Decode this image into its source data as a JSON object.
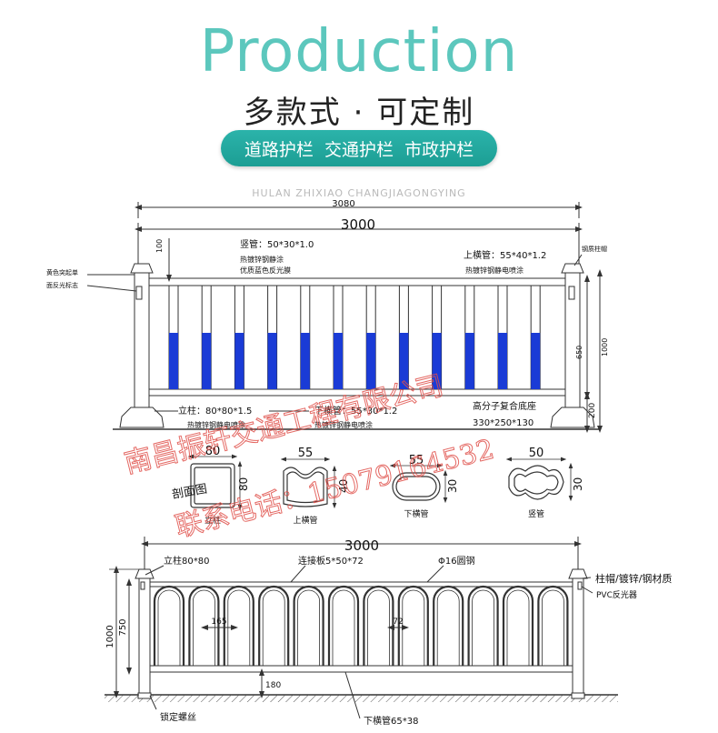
{
  "header": {
    "title": "Production",
    "subtitle": "多款式 · 可定制",
    "pill": "道路护栏  交通护栏  市政护栏",
    "watermark_en": "HULAN ZHIXIAO   CHANGJIAGONGYING"
  },
  "colors": {
    "teal": "#5cc7bd",
    "pill": "#1fa59b",
    "blue_panel": "#1a3bd6",
    "watermark_red": "#e0504a",
    "line": "#333333"
  },
  "drawing1": {
    "dim_total": "3080",
    "dim_inner": "3000",
    "dim_100": "100",
    "dim_650": "650",
    "dim_1000": "1000",
    "dim_200": "200",
    "label_vertical_tube": "竖管：50*30*1.0",
    "label_vertical_coat": "热镀锌钢静涂",
    "label_reflect_film": "优质蓝色反光膜",
    "label_top_rail": "上横管：55*40*1.2",
    "label_top_rail_coat": "热镀锌钢静电喷涂",
    "label_post_cap": "钢质柱帽",
    "label_yellow_1": "黄色突起单",
    "label_yellow_2": "面反光标志",
    "label_post": "立柱：80*80*1.5",
    "label_post_coat": "热镀锌钢静电喷涂",
    "label_bottom_rail": "下横管：55*30*1.2",
    "label_bottom_rail_coat": "热镀锌钢静电喷涂",
    "label_base": "高分子复合底座",
    "label_base_size": "330*250*130"
  },
  "sections": {
    "title": "剖面图",
    "items": [
      {
        "w": "80",
        "h": "80",
        "name": "立柱"
      },
      {
        "w": "55",
        "h": "40",
        "name": "上横管"
      },
      {
        "w": "55",
        "h": "30",
        "name": "下横管"
      },
      {
        "w": "50",
        "h": "30",
        "name": "竖管"
      }
    ]
  },
  "drawing2": {
    "dim_inner": "3000",
    "dim_1000": "1000",
    "dim_750": "750",
    "dim_165": "165",
    "dim_72": "72",
    "dim_180": "180",
    "label_post": "立柱80*80",
    "label_plate": "连接板5*50*72",
    "label_round": "Φ16圆钢",
    "label_cap": "柱帽/镀锌/钢材质",
    "label_pvc": "PVC反光器",
    "label_screw": "锁定螺丝",
    "label_bottom": "下横管65*38"
  },
  "watermark": {
    "company": "南昌振轩交通工程有限公司",
    "phone": "联系电话：15079164532"
  }
}
